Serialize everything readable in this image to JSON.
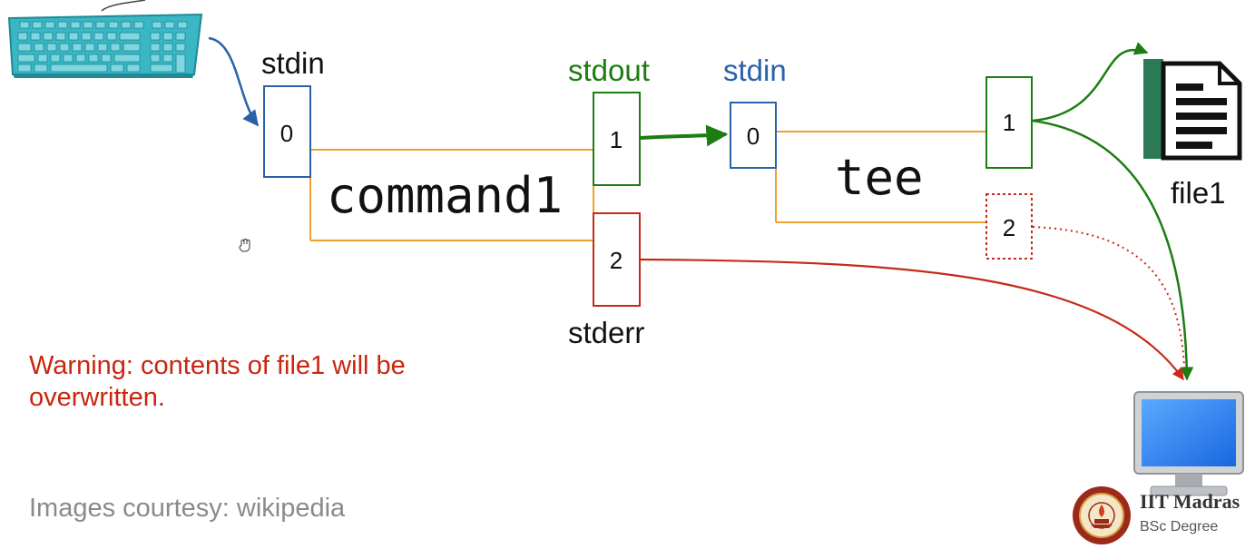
{
  "diagram": {
    "cmd1": {
      "name": "command1",
      "stdin_label": "stdin",
      "stdin_fd": "0",
      "stdout_label": "stdout",
      "stdout_fd": "1",
      "stderr_label": "stderr",
      "stderr_fd": "2"
    },
    "tee": {
      "name": "tee",
      "stdin_label": "stdin",
      "stdin_fd": "0",
      "out_fd": "1",
      "err_fd": "2"
    },
    "file_label": "file1",
    "icons": [
      "keyboard-icon",
      "document-icon",
      "monitor-icon",
      "institute-logo-icon"
    ],
    "colors": {
      "stdin": "#2a62a8",
      "stdout": "#1b7d12",
      "stderr": "#c62a18",
      "pipe": "#f0a030",
      "keyboard": "#3ab6c4",
      "screen": "#2b7ff0",
      "file_bar": "#2d7a57"
    }
  },
  "warning": "Warning: contents of file1 will be overwritten.",
  "courtesy": "Images courtesy: wikipedia",
  "brand": {
    "title": "IIT Madras",
    "subtitle": "BSc Degree"
  }
}
